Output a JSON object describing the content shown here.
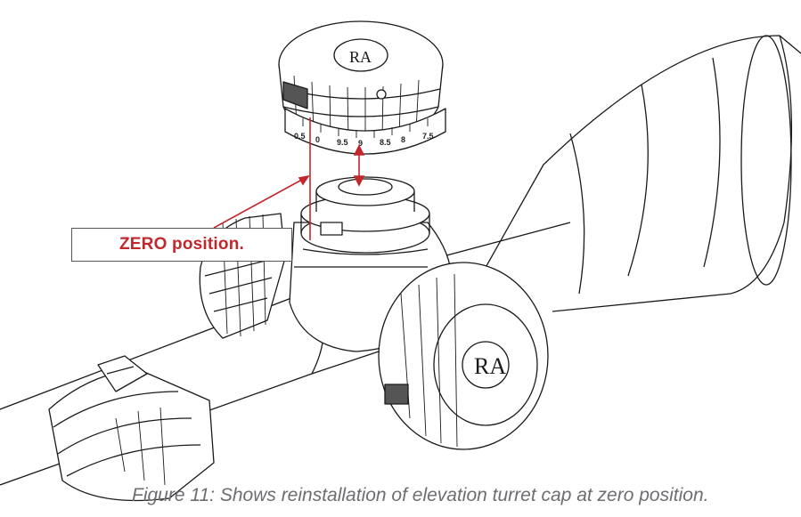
{
  "callout": {
    "label": "ZERO position."
  },
  "caption": {
    "text": "Figure 11: Shows reinstallation of elevation turret cap at zero position."
  },
  "cap_scale": {
    "labels": [
      "0.5",
      "0",
      "9.5",
      "9",
      "8.5",
      "8",
      "7.5"
    ]
  },
  "colors": {
    "accent": "#c0282d",
    "caption": "#6d6e71",
    "line": "#1a1a1a"
  },
  "icons": [
    "logo-emblem-icon"
  ]
}
